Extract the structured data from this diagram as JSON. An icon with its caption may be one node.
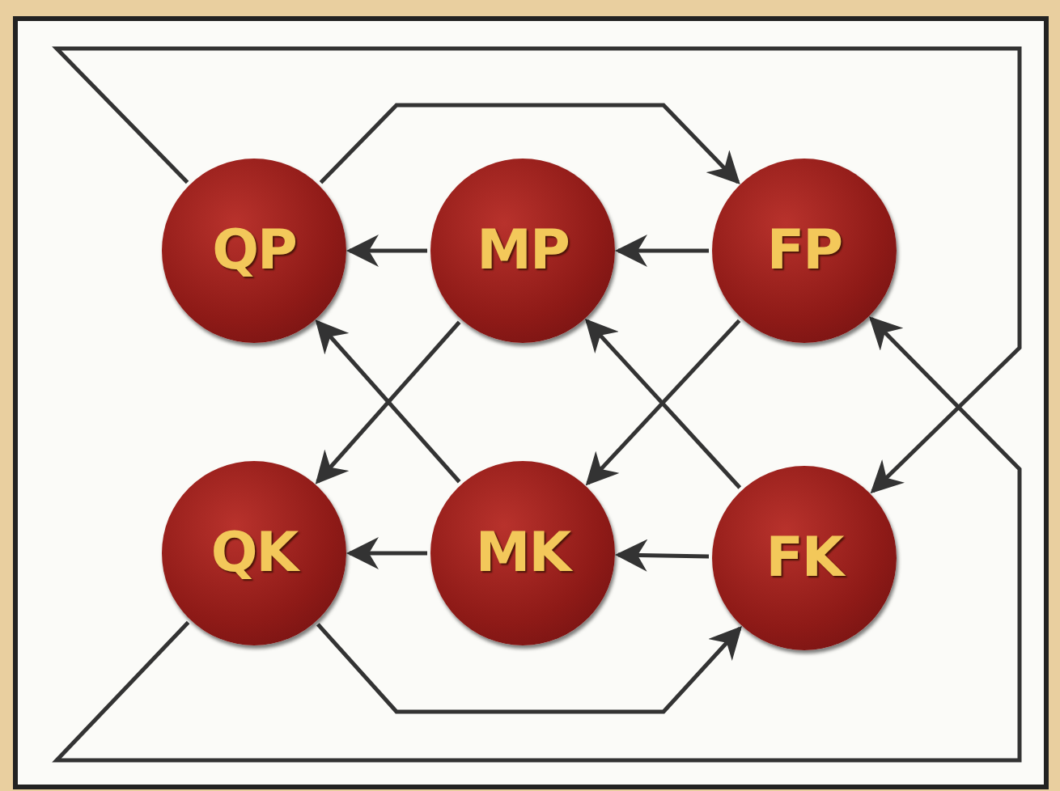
{
  "diagram": {
    "nodes": [
      {
        "text": [
          "QP"
        ]
      },
      {
        "text": [
          "MP"
        ]
      },
      {
        "text": [
          "FP"
        ]
      },
      {
        "text": [
          "QK"
        ]
      },
      {
        "text": [
          "MK"
        ]
      },
      {
        "text": [
          "FK"
        ]
      }
    ],
    "edges": [
      {
        "from": 1,
        "to": 0,
        "arrow": "to"
      },
      {
        "from": 2,
        "to": 1,
        "arrow": "to"
      },
      {
        "from": 4,
        "to": 3,
        "arrow": "to"
      },
      {
        "from": 5,
        "to": 4,
        "arrow": "to"
      },
      {
        "from": 1,
        "to": 3,
        "arrow": "to"
      },
      {
        "from": 4,
        "to": 0,
        "arrow": "to"
      },
      {
        "from": 2,
        "to": 4,
        "arrow": "to"
      },
      {
        "from": 5,
        "to": 1,
        "arrow": "to"
      },
      {
        "from": 0,
        "to": 2,
        "arrow": "to"
      },
      {
        "from": 3,
        "to": 5,
        "arrow": "to"
      },
      {
        "from": 0,
        "to": 5,
        "arrow": "to"
      },
      {
        "from": 3,
        "to": 2,
        "arrow": "to"
      }
    ]
  }
}
